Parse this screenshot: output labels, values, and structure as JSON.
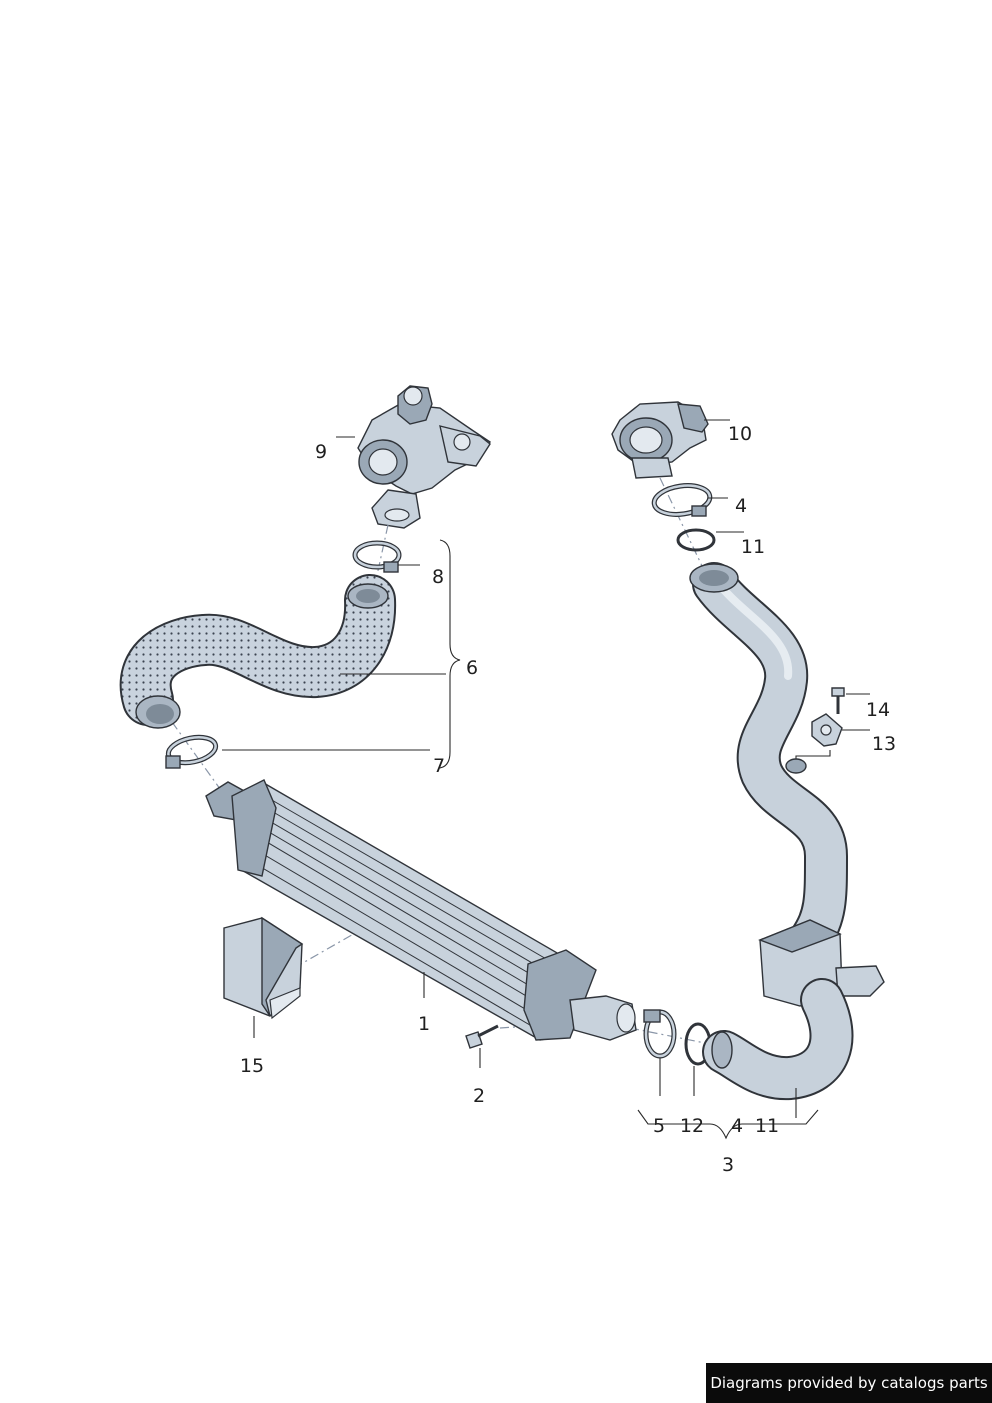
{
  "callouts": [
    {
      "id": "1",
      "label": "1"
    },
    {
      "id": "2",
      "label": "2"
    },
    {
      "id": "3",
      "label": "3"
    },
    {
      "id": "4a",
      "label": "4"
    },
    {
      "id": "4b",
      "label": "4"
    },
    {
      "id": "5",
      "label": "5"
    },
    {
      "id": "6",
      "label": "6"
    },
    {
      "id": "7",
      "label": "7"
    },
    {
      "id": "8",
      "label": "8"
    },
    {
      "id": "9",
      "label": "9"
    },
    {
      "id": "10",
      "label": "10"
    },
    {
      "id": "11a",
      "label": "11"
    },
    {
      "id": "11b",
      "label": "11"
    },
    {
      "id": "12",
      "label": "12"
    },
    {
      "id": "13",
      "label": "13"
    },
    {
      "id": "14",
      "label": "14"
    },
    {
      "id": "15",
      "label": "15"
    }
  ],
  "footer": {
    "credit": "Diagrams provided by catalogs parts"
  },
  "colors": {
    "part_fill": "#c8d2dc",
    "part_dark": "#9aa8b6",
    "outline": "#30343a",
    "credit_bg": "#0b0b0b"
  }
}
